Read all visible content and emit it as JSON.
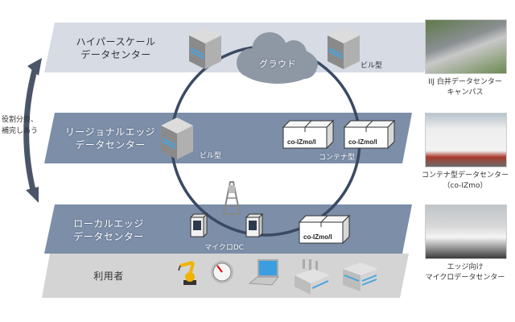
{
  "tiers": {
    "hyperscale": {
      "label_line1": "ハイパースケール",
      "label_line2": "データセンター",
      "color": "#d6dbe4"
    },
    "regional_edge": {
      "label_line1": "リージョナルエッジ",
      "label_line2": "データセンター",
      "color": "#7c8ea8"
    },
    "local_edge": {
      "label_line1": "ローカルエッジ",
      "label_line2": "データセンター",
      "color": "#7c8ea8"
    },
    "users": {
      "label": "利用者",
      "color": "#d4d4d4"
    }
  },
  "cloud": {
    "label": "グラウド",
    "color": "#8e97a4"
  },
  "ring_color": "#3a4a62",
  "labels": {
    "building_type_top": "ビル型",
    "building_type_regional": "ビル型",
    "container_type": "コンテナ型",
    "micro_dc": "マイクロDC",
    "container_brand": "co-IZmo/I"
  },
  "side_note": {
    "line1": "役割分担、",
    "line2": "補完しあう"
  },
  "photos": [
    {
      "caption_line1": "IIJ 白井データセンター",
      "caption_line2": "キャンパス"
    },
    {
      "caption_line1": "コンテナ型データセンター",
      "caption_line2": "（co-IZmo）"
    },
    {
      "caption_line1": "エッジ向け",
      "caption_line2": "マイクロデータセンター"
    }
  ],
  "user_icons": [
    "robot-arm-icon",
    "gauge-icon",
    "laptop-icon",
    "factory-icon",
    "office-building-icon"
  ]
}
